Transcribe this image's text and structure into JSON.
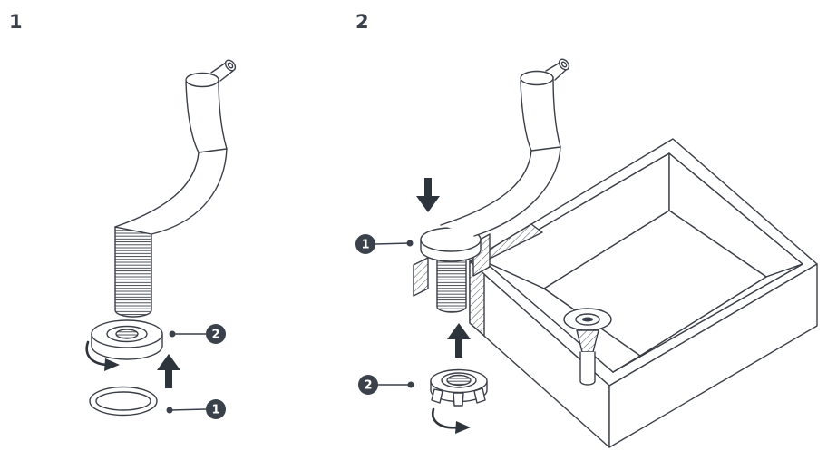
{
  "sheet": {
    "background": "#ffffff",
    "line_color": "#3a3f47",
    "arrow_color": "#2e343c",
    "badge_color": "#3a414b",
    "badge_text_color": "#ffffff"
  },
  "steps": [
    {
      "number": "1",
      "callouts": [
        {
          "number": "2",
          "part": "flange-washer"
        },
        {
          "number": "1",
          "part": "o-ring"
        }
      ],
      "icons": [
        "rotate-clockwise-arrow-icon",
        "up-arrow-icon"
      ]
    },
    {
      "number": "2",
      "callouts": [
        {
          "number": "1",
          "part": "faucet-flange"
        },
        {
          "number": "2",
          "part": "mounting-nut"
        }
      ],
      "icons": [
        "down-arrow-icon",
        "up-arrow-icon",
        "rotate-clockwise-arrow-icon"
      ]
    }
  ]
}
